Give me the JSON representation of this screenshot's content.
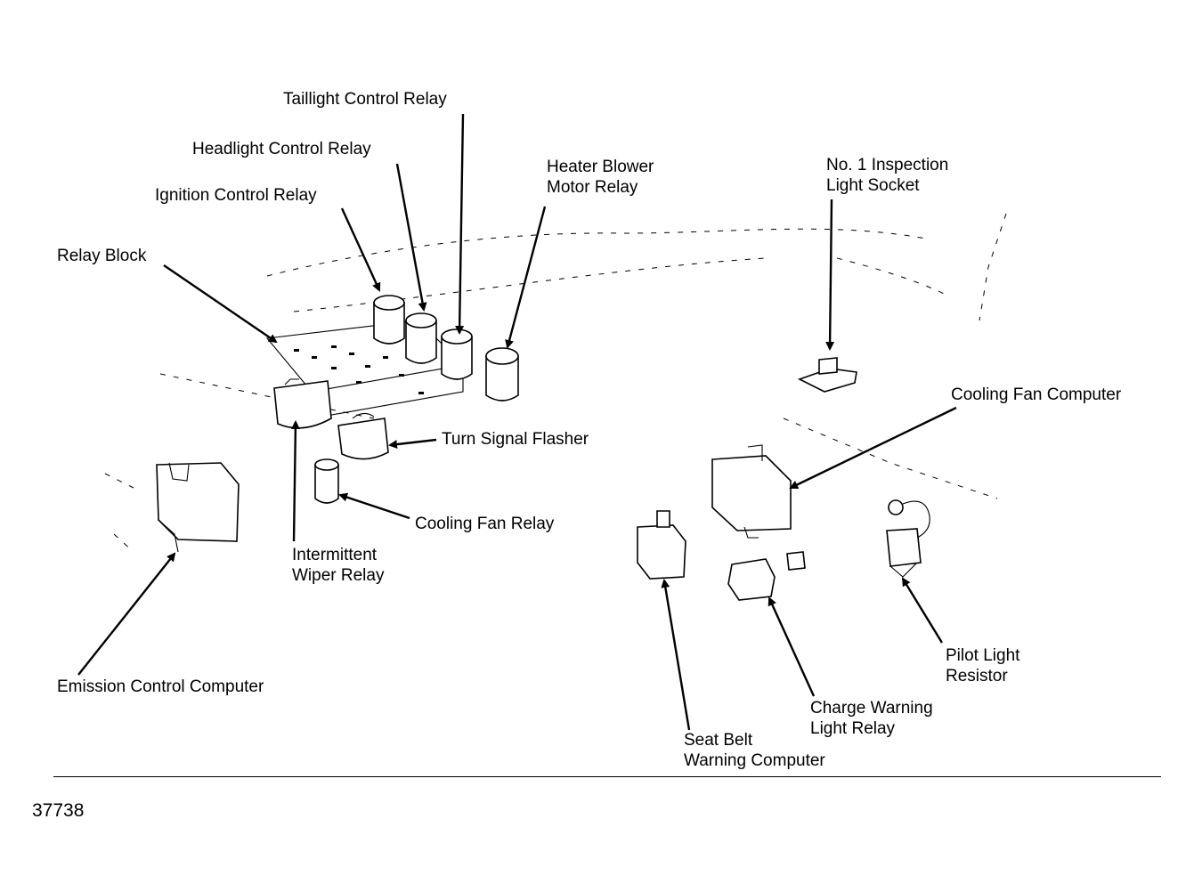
{
  "labels": {
    "taillight_control_relay": "Taillight Control Relay",
    "headlight_control_relay": "Headlight Control Relay",
    "ignition_control_relay": "Ignition Control Relay",
    "heater_blower_motor_relay": [
      "Heater Blower",
      "Motor Relay"
    ],
    "relay_block": "Relay Block",
    "no1_inspection_light_socket": [
      "No. 1 Inspection",
      "Light Socket"
    ],
    "cooling_fan_computer": "Cooling Fan Computer",
    "turn_signal_flasher": "Turn Signal Flasher",
    "cooling_fan_relay": "Cooling Fan Relay",
    "intermittent_wiper_relay": [
      "Intermittent",
      "Wiper Relay"
    ],
    "emission_control_computer": "Emission Control Computer",
    "pilot_light_resistor": [
      "Pilot Light",
      "Resistor"
    ],
    "charge_warning_light_relay": [
      "Charge Warning",
      "Light Relay"
    ],
    "seat_belt_warning_computer": [
      "Seat Belt",
      "Warning Computer"
    ]
  },
  "figure_number": "37738"
}
